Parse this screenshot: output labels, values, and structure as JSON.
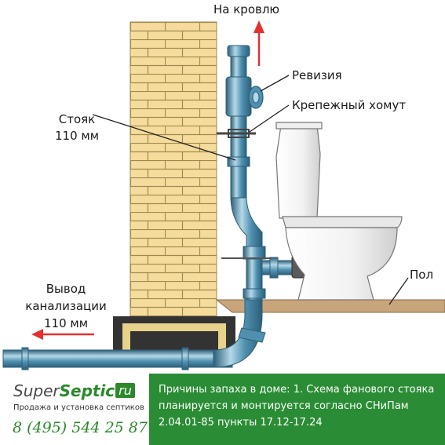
{
  "labels": {
    "roof": "На кровлю",
    "revision": "Ревизия",
    "clamp": "Крепежный хомут",
    "riser_1": "Стояк",
    "riser_2": "110 мм",
    "floor": "Пол",
    "outlet_1": "Вывод",
    "outlet_2": "канализации",
    "outlet_3": "110 мм"
  },
  "colors": {
    "brick": "#f5dc9c",
    "mortar": "#a08850",
    "pipe": "#4f90b0",
    "pipe_dark": "#2d5f79",
    "pipe_light": "#b4d8e8",
    "arrow": "#e53030",
    "floor": "#c9a57c",
    "accent_green": "#2a8c34"
  },
  "footer": {
    "logo_part1": "Super",
    "logo_part2": "Septic",
    "logo_badge": "ru",
    "tagline": "Продажа и установка септиков",
    "phone": "8 (495) 544 25 87",
    "caption": "Причины запаха в доме: 1. Схема фанового стояка планируется и монтируется согласно СНиПам 2.04.01-85 пункты 17.12-17.24"
  }
}
